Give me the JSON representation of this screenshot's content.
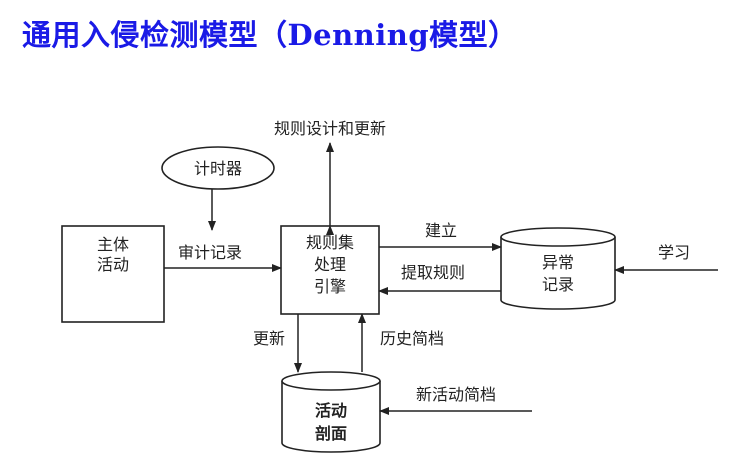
{
  "title": "通用入侵检测模型（Denning模型）",
  "nodes": {
    "timer": "计时器",
    "subject_line1": "主体",
    "subject_line2": "活动",
    "engine_line1": "规则集",
    "engine_line2": "处理",
    "engine_line3": "引擎",
    "anomaly_line1": "异常",
    "anomaly_line2": "记录",
    "profile_line1": "活动",
    "profile_line2": "剖面"
  },
  "labels": {
    "rule_design": "规则设计和更新",
    "audit_record": "审计记录",
    "establish": "建立",
    "extract_rules": "提取规则",
    "learn": "学习",
    "update": "更新",
    "history": "历史简档",
    "new_activity": "新活动简档"
  },
  "colors": {
    "title": "#1a1ae6",
    "line": "#222222"
  }
}
